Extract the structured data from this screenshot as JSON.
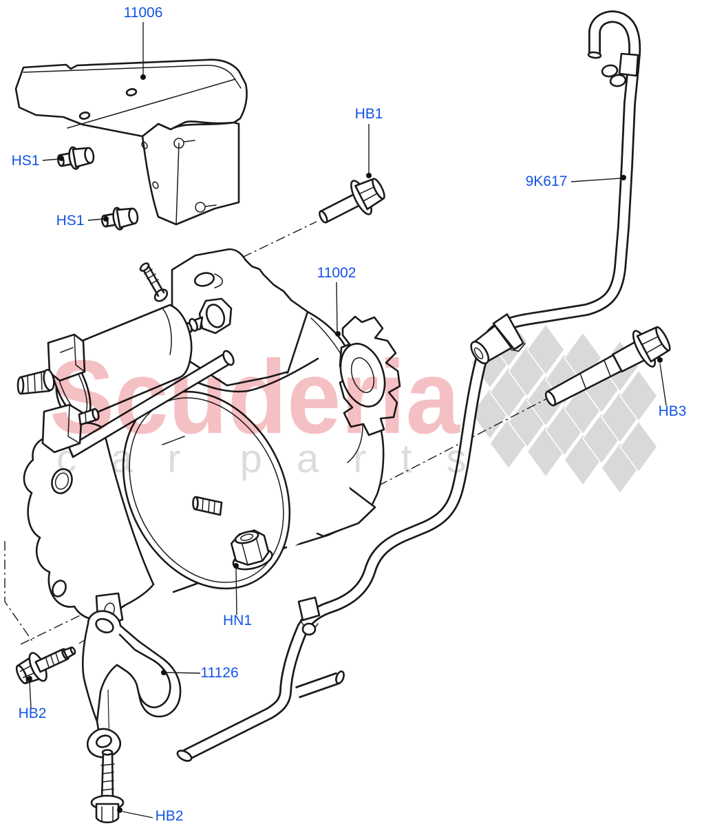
{
  "watermark": {
    "brand": "Scuderia",
    "tagline": "car parts"
  },
  "colors": {
    "callout": "#1253e8",
    "line": "#1a1a1a",
    "watermark_brand": "#f4b9bd",
    "watermark_tagline": "#dadada",
    "flag_gray": "#d9d9d9"
  },
  "callouts": [
    {
      "text": "11006"
    },
    {
      "text": "HB1"
    },
    {
      "text": "HS1"
    },
    {
      "text": "9K617"
    },
    {
      "text": "HS1"
    },
    {
      "text": "11002"
    },
    {
      "text": "HB3"
    },
    {
      "text": "HN1"
    },
    {
      "text": "11126"
    },
    {
      "text": "HB2"
    },
    {
      "text": "HB2"
    }
  ]
}
